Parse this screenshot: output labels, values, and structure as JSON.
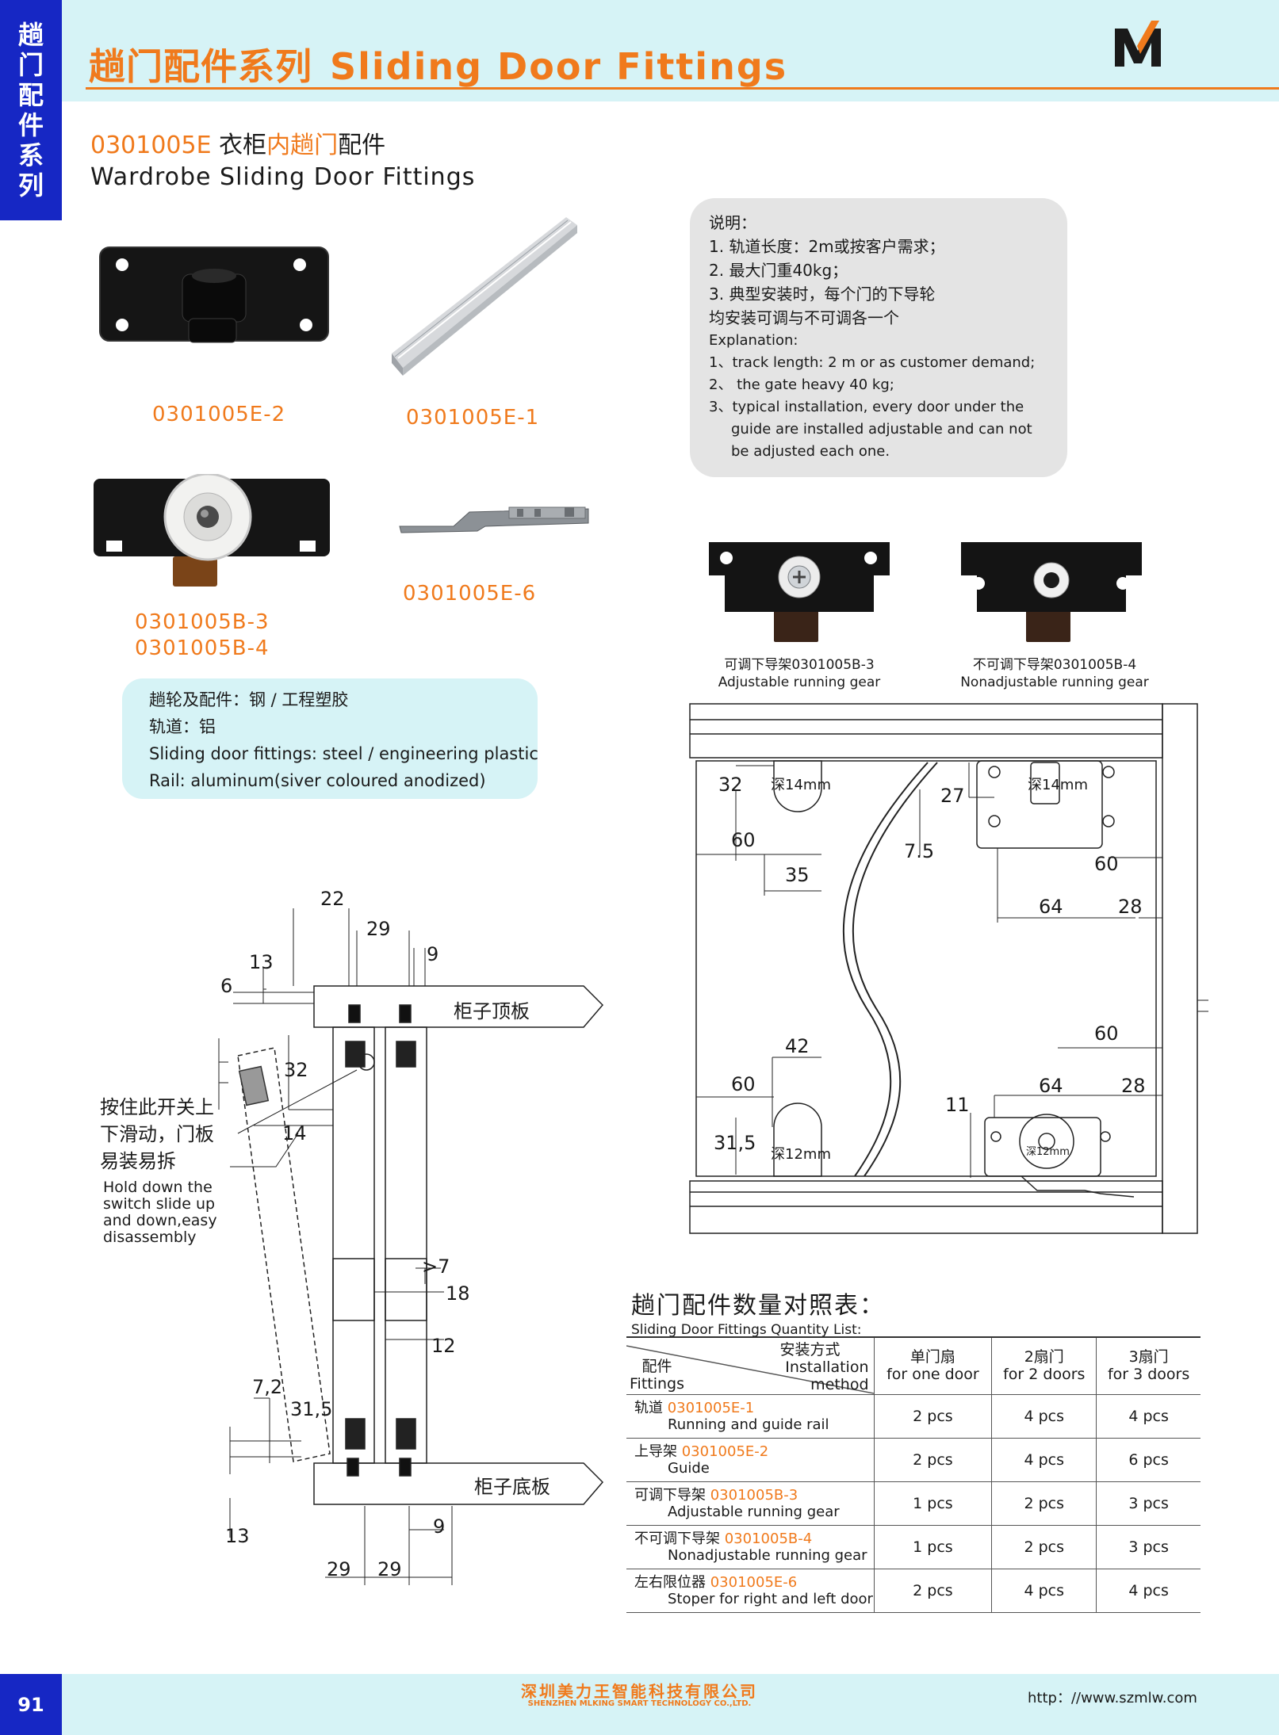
{
  "side_tab": [
    "趟",
    "门",
    "配",
    "件",
    "系",
    "列"
  ],
  "header": {
    "title_cn": "趟门配件系列",
    "title_en": "Sliding Door Fittings",
    "brand_color": "#f07a1c"
  },
  "product": {
    "code": "0301005E",
    "name_cn_a": "衣柜",
    "name_cn_b": "内趟门",
    "name_cn_c": "配件",
    "name_en": "Wardrobe Sliding Door Fittings"
  },
  "parts": {
    "guide_code": "0301005E-2",
    "rail_code": "0301005E-1",
    "gear_codes": [
      "0301005B-3",
      "0301005B-4"
    ],
    "stopper_code": "0301005E-6"
  },
  "explanation": {
    "cn_heading": "说明：",
    "cn_lines": [
      "1. 轨道长度：2m或按客户需求；",
      "2. 最大门重40kg；",
      "3. 典型安装时，每个门的下导轮",
      "均安装可调与不可调各一个"
    ],
    "en_heading": "Explanation:",
    "en_lines": [
      "1、track length: 2 m or as customer demand;",
      "2、 the gate heavy 40 kg;",
      "3、typical installation, every door under the",
      "guide are installed adjustable and can not",
      "be adjusted each one."
    ]
  },
  "material": [
    "趟轮及配件：钢 / 工程塑胶",
    "轨道：铝",
    "Sliding door fittings: steel / engineering plastic",
    "Rail: aluminum(siver coloured anodized)"
  ],
  "gear_captions": {
    "adjustable_cn": "可调下导架0301005B-3",
    "adjustable_en": "Adjustable running gear",
    "fixed_cn": "不可调下导架0301005B-4",
    "fixed_en": "Nonadjustable running gear"
  },
  "section_drawing": {
    "top_board": "柜子顶板",
    "bottom_board": "柜子底板",
    "note_cn": [
      "按住此开关上",
      "下滑动，门板",
      "易装易拆"
    ],
    "note_en": [
      "Hold down the",
      "switch slide up",
      "and down,easy",
      "disassembly"
    ],
    "dims": {
      "d22": "22",
      "d29a": "29",
      "d9a": "9",
      "d13a": "13",
      "d6": "6",
      "d32": "32",
      "d14": "14",
      "d7a": ">7",
      "d18": "18",
      "d12": "12",
      "d72": "7,2",
      "d315": "31,5",
      "d13b": "13",
      "d9b": "9",
      "d29b": "29",
      "d29c": "29"
    }
  },
  "plan_drawing": {
    "depth14a": "深14mm",
    "depth14b": "深14mm",
    "depth12a": "深12mm",
    "depth12b": "深12mm",
    "dims": {
      "d32": "32",
      "d60a": "60",
      "d35": "35",
      "d75": "7.5",
      "d27": "27",
      "d60b": "60",
      "d64a": "64",
      "d28a": "28",
      "d42": "42",
      "d60c": "60",
      "d315": "31,5",
      "d11": "11",
      "d60d": "60",
      "d64b": "64",
      "d28b": "28"
    }
  },
  "quantity": {
    "title_cn": "趟门配件数量对照表：",
    "title_en": "Sliding Door Fittings Quantity List:",
    "hdr_method_cn": "安装方式",
    "hdr_method_en_a": "Installation",
    "hdr_method_en_b": "method",
    "hdr_fittings_cn": "配件",
    "hdr_fittings_en": "Fittings",
    "columns": [
      {
        "cn": "单门扇",
        "en": "for one door"
      },
      {
        "cn": "2扇门",
        "en": "for 2 doors"
      },
      {
        "cn": "3扇门",
        "en": "for 3 doors"
      }
    ],
    "rows": [
      {
        "cn": "轨道",
        "code": "0301005E-1",
        "en": "Running and guide rail",
        "v1": "2 pcs",
        "v2": "4 pcs",
        "v3": "4 pcs"
      },
      {
        "cn": "上导架",
        "code": "0301005E-2",
        "en": "Guide",
        "v1": "2 pcs",
        "v2": "4 pcs",
        "v3": "6 pcs"
      },
      {
        "cn": "可调下导架",
        "code": "0301005B-3",
        "en": "Adjustable running gear",
        "v1": "1 pcs",
        "v2": "2 pcs",
        "v3": "3 pcs"
      },
      {
        "cn": "不可调下导架",
        "code": "0301005B-4",
        "en": "Nonadjustable running gear",
        "v1": "1 pcs",
        "v2": "2 pcs",
        "v3": "3 pcs"
      },
      {
        "cn": "左右限位器",
        "code": "0301005E-6",
        "en": "Stoper for right and left door",
        "v1": "2 pcs",
        "v2": "4 pcs",
        "v3": "4 pcs"
      }
    ]
  },
  "footer": {
    "page": "91",
    "company_cn": "深圳美力王智能科技有限公司",
    "company_en": "SHENZHEN MLKING SMART TECHNOLOGY CO.,LTD.",
    "website": "http：//www.szmlw.com"
  }
}
